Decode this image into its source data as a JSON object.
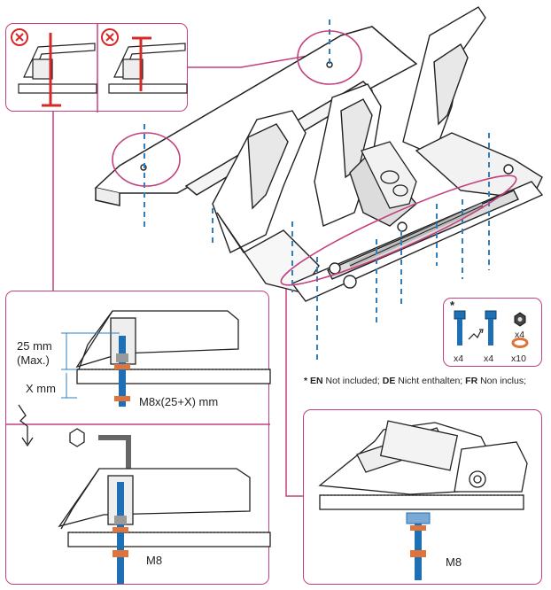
{
  "labels": {
    "max_length_value": "25 mm",
    "max_length_suffix": "(Max.)",
    "thickness_label": "X mm",
    "screw_formula": "M8x(25+X) mm",
    "m8_lower": "M8",
    "m8_right": "M8"
  },
  "hardware_box": {
    "asterisk": "*",
    "qty_screw_short": "x4",
    "qty_screw_long": "x4",
    "qty_nut": "x4",
    "qty_washer": "x10"
  },
  "note": {
    "asterisk": "*",
    "en_code": "EN",
    "en_text": "Not included;",
    "de_code": "DE",
    "de_text": "Nicht enthalten;",
    "fr_code": "FR",
    "fr_text": "Non inclus;"
  },
  "colors": {
    "accent": "#c2417e",
    "screw_blue": "#1f6fb5",
    "washer_orange": "#e0733a",
    "wrong_red": "#d62828",
    "dashed_blue": "#2f7fbf"
  },
  "icons": {
    "wrong_1": "x-circle-icon",
    "wrong_2": "x-circle-icon",
    "hex_key": "hex-key-icon",
    "step_arrow": "down-arrow-icon"
  }
}
